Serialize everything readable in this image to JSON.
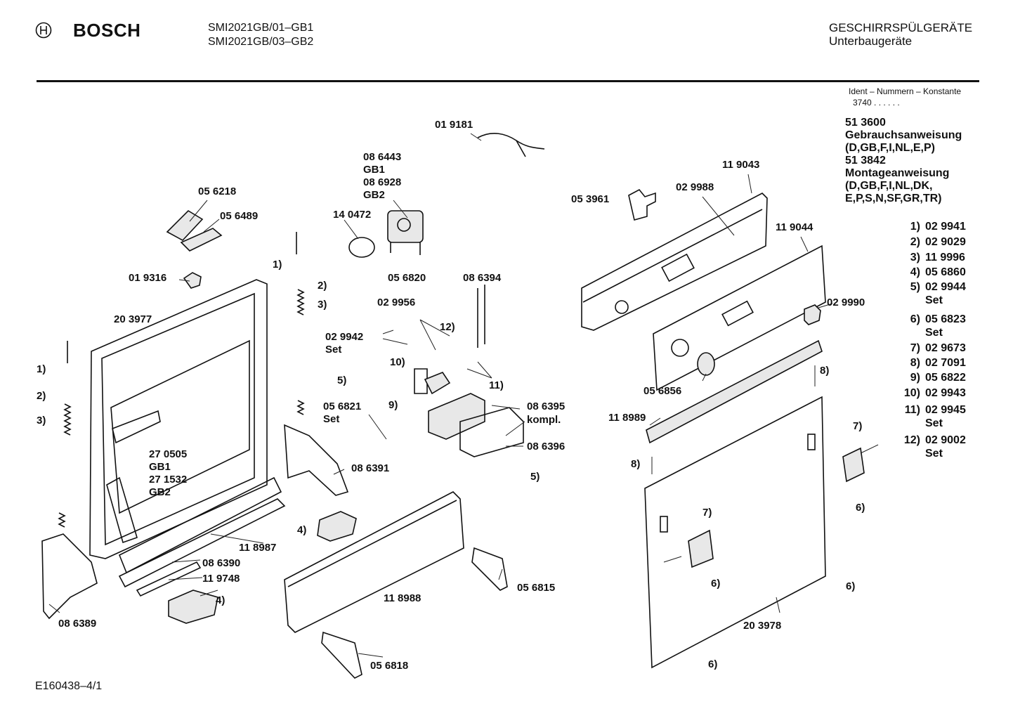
{
  "header": {
    "brand": "BOSCH",
    "model_lines": [
      "SMI2021GB/01–GB1",
      "SMI2021GB/03–GB2"
    ],
    "category_lines": [
      "GESCHIRRSPÜLGERÄTE",
      "Unterbaugeräte"
    ]
  },
  "ident": {
    "title": "Ident – Nummern – Konstante",
    "value": "3740 . . . . . ."
  },
  "documents": [
    "51 3600",
    "Gebrauchsanweisung",
    "(D,GB,F,I,NL,E,P)",
    "51 3842",
    "Montageanweisung",
    "(D,GB,F,I,NL,DK,",
    "E,P,S,N,SF,GR,TR)"
  ],
  "legend": [
    {
      "key": "1)",
      "value": "02 9941",
      "suffix": ""
    },
    {
      "key": "2)",
      "value": "02 9029",
      "suffix": ""
    },
    {
      "key": "3)",
      "value": "11 9996",
      "suffix": ""
    },
    {
      "key": "4)",
      "value": "05 6860",
      "suffix": ""
    },
    {
      "key": "5)",
      "value": "02 9944",
      "suffix": "Set"
    },
    {
      "key": "6)",
      "value": "05 6823",
      "suffix": "Set"
    },
    {
      "key": "7)",
      "value": "02 9673",
      "suffix": ""
    },
    {
      "key": "8)",
      "value": "02 7091",
      "suffix": ""
    },
    {
      "key": "9)",
      "value": "05 6822",
      "suffix": ""
    },
    {
      "key": "10)",
      "value": "02 9943",
      "suffix": ""
    },
    {
      "key": "11)",
      "value": "02 9945",
      "suffix": "Set"
    },
    {
      "key": "12)",
      "value": "02 9002",
      "suffix": "Set"
    }
  ],
  "labels": [
    "01 9181",
    "08 6443",
    "GB1",
    "08 6928",
    "GB2",
    "14 0472",
    "05 6218",
    "05 6489",
    "01 9316",
    "20 3977",
    "1)",
    "2)",
    "3)",
    "1)",
    "2)",
    "3)",
    "05 6820",
    "08 6394",
    "02 9956",
    "02 9942",
    "Set",
    "12)",
    "10)",
    "5)",
    "9)",
    "11)",
    "05 6821",
    "Set",
    "08 6395",
    "kompl.",
    "08 6396",
    "5)",
    "27 0505",
    "GB1",
    "27 1532",
    "GB2",
    "08 6391",
    "4)",
    "11 8987",
    "08 6390",
    "11 9748",
    "4)",
    "08 6389",
    "11 8988",
    "05 6815",
    "05 6818",
    "05 3961",
    "02 9988",
    "11 9043",
    "11 9044",
    "02 9990",
    "05 6856",
    "8)",
    "11 8989",
    "8)",
    "7)",
    "6)",
    "7)",
    "6)",
    "6)",
    "20 3978",
    "6)"
  ],
  "footer": "E160438–4/1"
}
